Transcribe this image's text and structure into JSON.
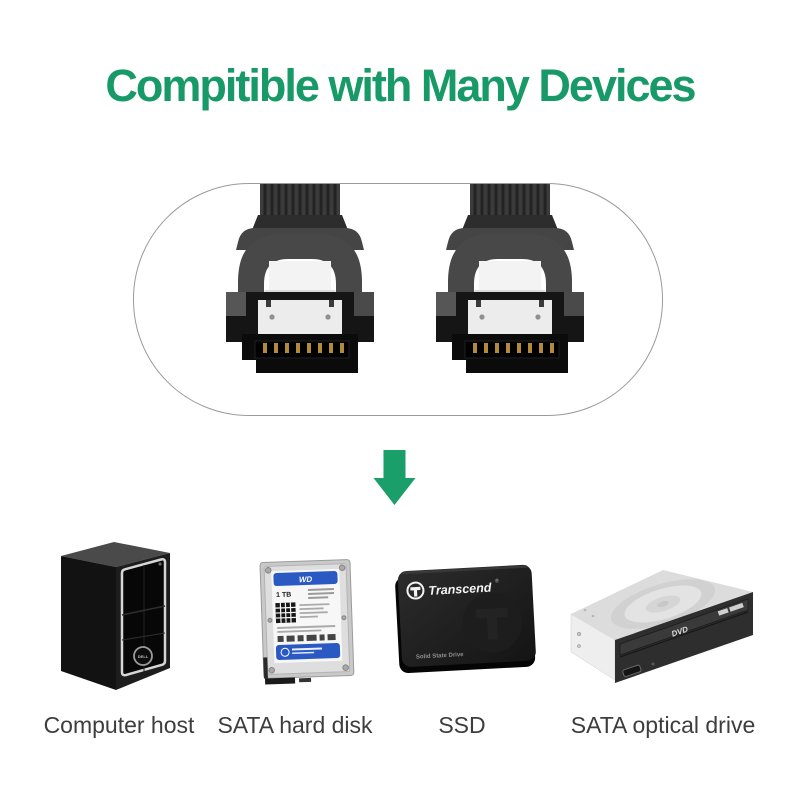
{
  "title": {
    "text": "Compitible with Many Devices",
    "color": "#189a68"
  },
  "hero": {
    "connector_count": 2
  },
  "arrow": {
    "color": "#1a9e6a"
  },
  "devices": [
    {
      "id": "computer-host",
      "label": "Computer host",
      "brand": "DELL"
    },
    {
      "id": "sata-hard-disk",
      "label": "SATA hard disk",
      "brand": "WD",
      "capacity": "1 TB"
    },
    {
      "id": "ssd",
      "label": "SSD",
      "brand": "Transcend",
      "reg": "®",
      "subtext": "Solid State Drive"
    },
    {
      "id": "sata-optical-drive",
      "label": "SATA optical drive",
      "marking": "DVD"
    }
  ],
  "colors": {
    "accent_green": "#189a68",
    "wd_blue": "#2b59c4",
    "label_text": "#3d3d3d",
    "pill_border": "#9a9a9a",
    "connector_body": "#464646"
  }
}
